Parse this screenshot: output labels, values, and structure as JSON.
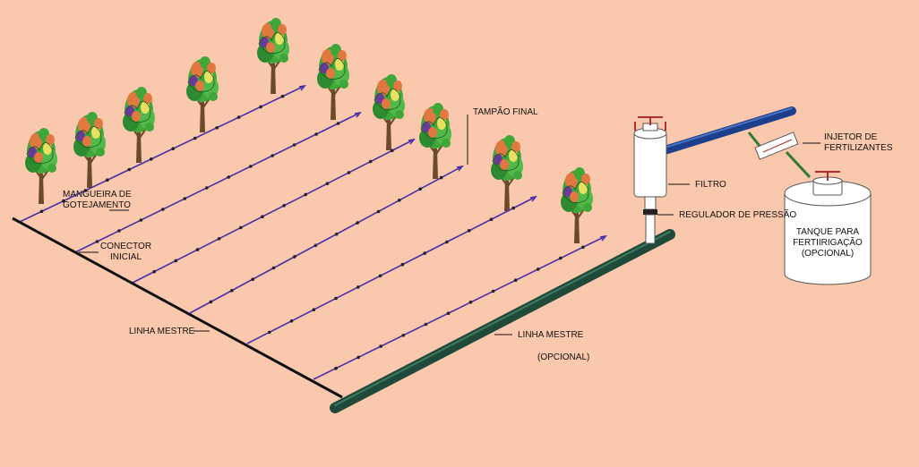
{
  "labels": {
    "mangueira_1": "MANGUEIRA DE",
    "mangueira_2": "GOTEJAMENTO",
    "conector_1": "CONECTOR",
    "conector_2": "INICIAL",
    "linha_mestre": "LINHA MESTRE",
    "tampao": "TAMPÃO FINAL",
    "linha_mestre_opc": "LINHA MESTRE",
    "opcional": "(OPCIONAL)",
    "filtro": "FILTRO",
    "regulador": "REGULADOR DE PRESSÃO",
    "injetor_1": "INJETOR DE",
    "injetor_2": "FERTILIZANTES",
    "tanque_1": "TANQUE PARA",
    "tanque_2": "FERTIIRIGAÇÃO",
    "tanque_3": "(OPCIONAL)"
  },
  "colors": {
    "background": "#f9c8ad",
    "drip_line": "#4a2fa8",
    "main_line": "#111111",
    "optional_main_line": "#1f4a3a",
    "supply_pipe": "#1c3f8c",
    "foliage_green": "#3fa63a",
    "foliage_orange": "#e07840",
    "foliage_purple": "#6a3a9a",
    "foliage_yellow": "#e8e060",
    "trunk": "#6b4a2a"
  }
}
